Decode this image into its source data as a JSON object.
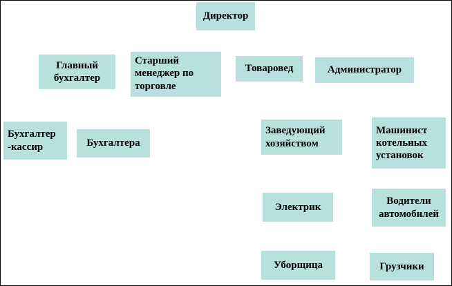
{
  "diagram": {
    "type": "org-chart"
  },
  "colors": {
    "background": "#ffffff",
    "frame": "#000000",
    "box_fill": "#b8e0dc"
  },
  "nodes": [
    {
      "id": "director",
      "label": "Директор"
    },
    {
      "id": "chief-accountant",
      "label": "Главный бухгалтер"
    },
    {
      "id": "senior-trade-manager",
      "label": "Старший менеджер по торговле"
    },
    {
      "id": "merchandiser",
      "label": "Товаровед"
    },
    {
      "id": "administrator",
      "label": "Администратор"
    },
    {
      "id": "accountant-cashier",
      "label": "Бухгалтер -кассир"
    },
    {
      "id": "accountants",
      "label": "Бухгалтера"
    },
    {
      "id": "household-manager",
      "label": "Заведующий хозяйством"
    },
    {
      "id": "boiler-operator",
      "label": "Машинист котельных установок"
    },
    {
      "id": "electrician",
      "label": "Электрик"
    },
    {
      "id": "drivers",
      "label": "Водители автомобилей"
    },
    {
      "id": "cleaner",
      "label": "Уборщица"
    },
    {
      "id": "loaders",
      "label": "Грузчики"
    }
  ]
}
